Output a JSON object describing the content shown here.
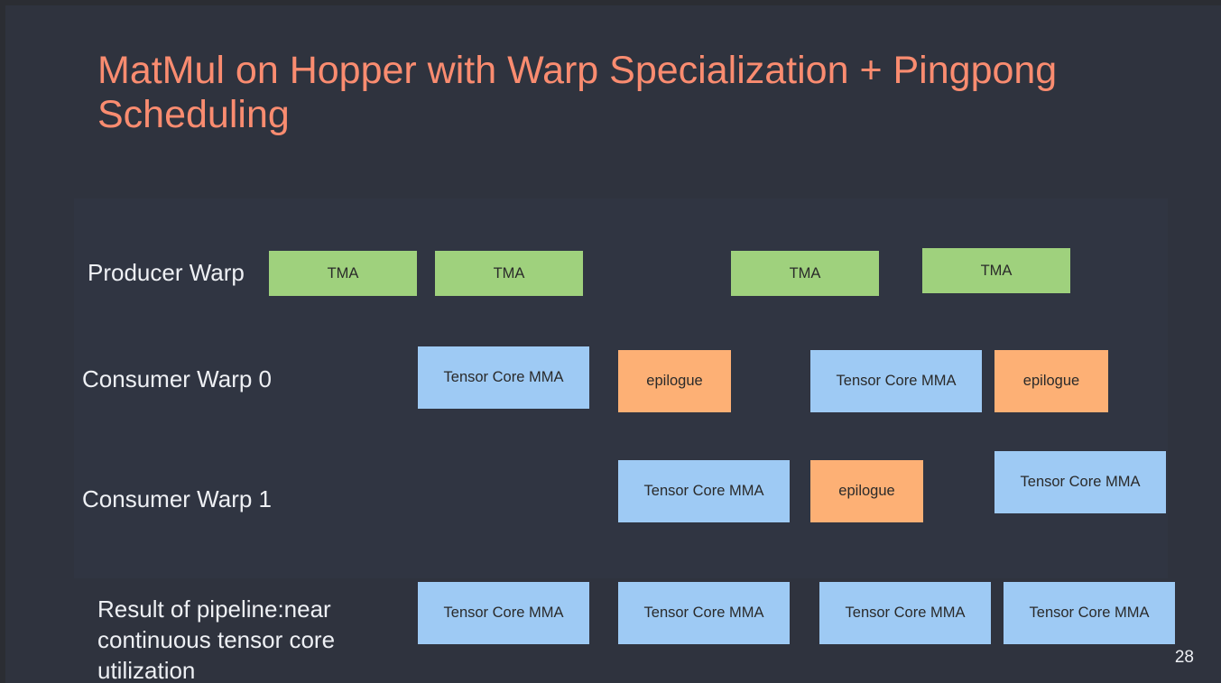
{
  "slide": {
    "title": "MatMul on Hopper with Warp Specialization + Pingpong Scheduling",
    "page_number": "28"
  },
  "rows": {
    "producer": "Producer Warp",
    "consumer0": "Consumer Warp 0",
    "consumer1": "Consumer Warp 1",
    "result": "Result of pipeline:near continuous tensor core utilization"
  },
  "blocks": {
    "tma": "TMA",
    "mma": "Tensor Core MMA",
    "epilogue": "epilogue"
  },
  "colors": {
    "title": "#fa8c70",
    "tma": "#9fd17d",
    "mma": "#9ecaf4",
    "epilogue": "#fdb075"
  }
}
